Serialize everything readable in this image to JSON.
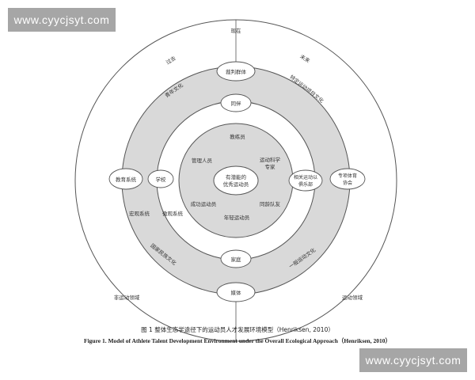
{
  "watermark": {
    "text": "www.cyycjsyt.com"
  },
  "diagram": {
    "time_labels": {
      "past": "过去",
      "present": "现在",
      "future": "未来"
    },
    "domain_labels": {
      "non_sport": "非运动领域",
      "sport": "运动领域"
    },
    "macro": {
      "top": "裁判群体",
      "bottom": "媒体",
      "left": "教育系统",
      "right": "专项体育协会",
      "culture_youth": "青年文化",
      "culture_sport_events": "特定运动项目文化",
      "culture_national": "国家民族文化",
      "culture_general_sport": "一般运动文化",
      "macro_system": "宏观系统"
    },
    "micro": {
      "top": "同伴",
      "bottom": "家庭",
      "left": "学校",
      "right": "相关运动以俱乐部",
      "micro_system": "微观系统"
    },
    "inner": {
      "coach": "教练员",
      "manager": "管理人员",
      "sport_science": "运动科学专家",
      "successful_athletes": "成功运动员",
      "teammates": "同龄队友",
      "young_athletes": "年轻运动员"
    },
    "center": "有潜能的优秀运动员"
  },
  "caption": {
    "cn": "图 1  整体生态学途径下的运动员人才发展环境模型（Henriksen, 2010）",
    "en": "Figure 1.    Model of Athlete Talent Development Environment under the Overall Ecological Approach（Henriksen, 2010）"
  }
}
